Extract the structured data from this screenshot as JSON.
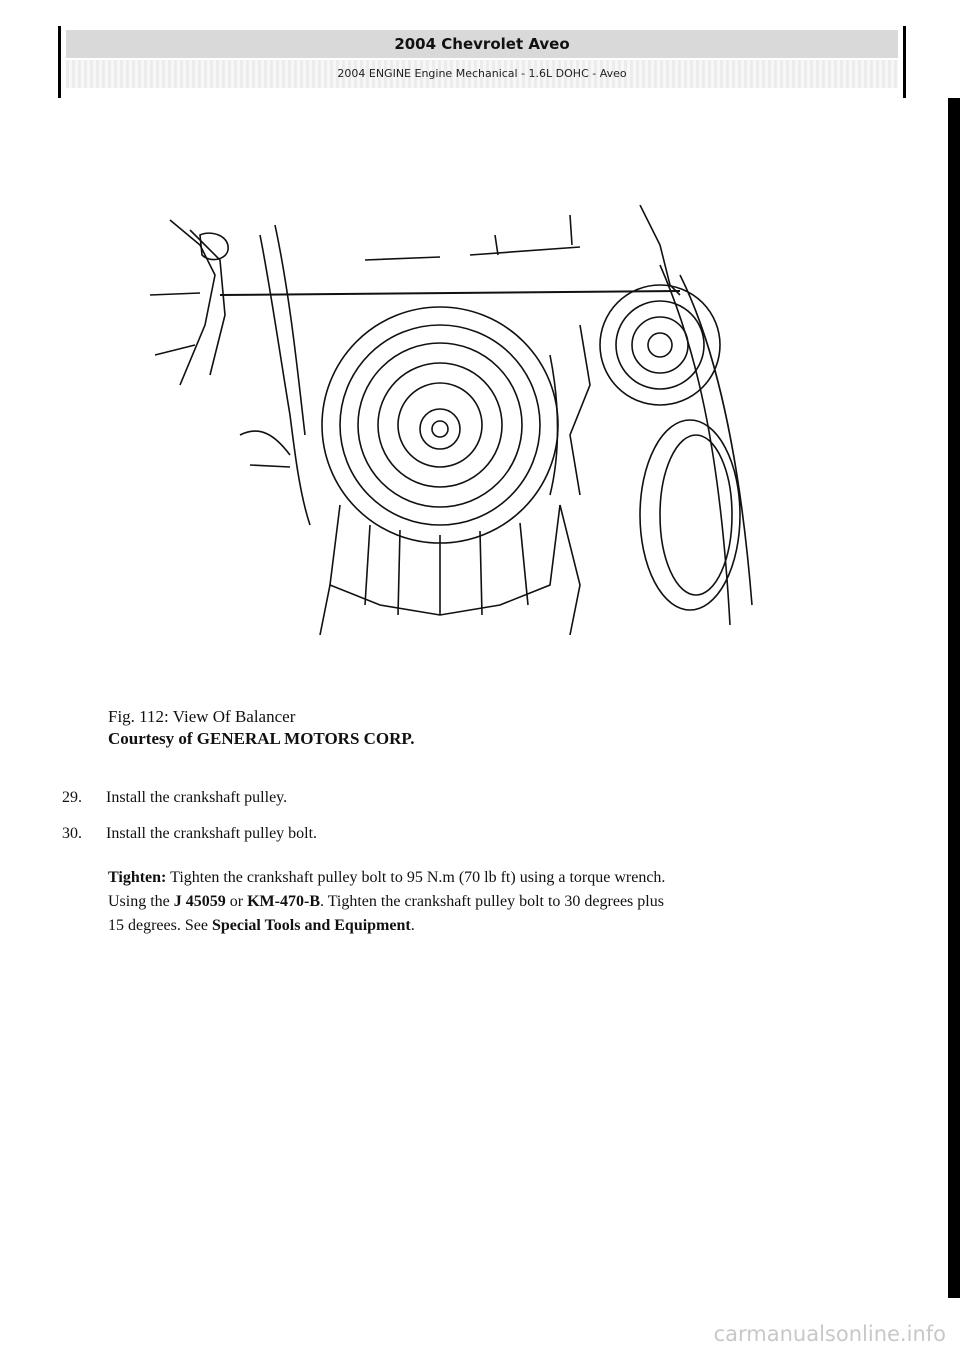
{
  "header": {
    "title": "2004 Chevrolet Aveo",
    "subtitle": "2004 ENGINE Engine Mechanical - 1.6L DOHC - Aveo"
  },
  "figure": {
    "caption": "Fig. 112: View Of Balancer",
    "credit": "Courtesy of GENERAL MOTORS CORP."
  },
  "steps": [
    {
      "num": "29.",
      "text": "Install the crankshaft pulley."
    },
    {
      "num": "30.",
      "text": "Install the crankshaft pulley bolt."
    }
  ],
  "tighten": {
    "label": "Tighten:",
    "line1": "Tighten the crankshaft pulley bolt to 95 N.m (70 lb ft) using a torque wrench.",
    "line2_prefix": "Using the",
    "tool1": "J 45059",
    "line2_mid": "or",
    "tool2": "KM-470-B",
    "line2_rest": ". Tighten the crankshaft pulley bolt to 30 degrees plus",
    "line3_prefix": "15 degrees. See",
    "link": "Special Tools and Equipment",
    "line3_suffix": "."
  },
  "footer": {
    "watermark": "carmanualsonline.info"
  }
}
